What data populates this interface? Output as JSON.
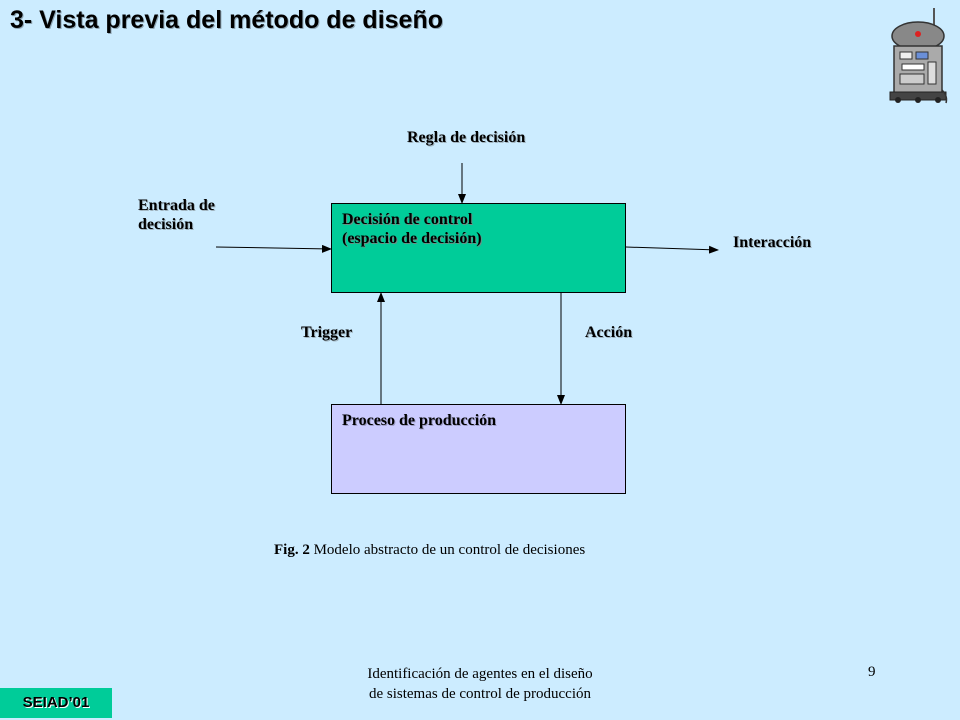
{
  "header": {
    "title": "3- Vista previa del método de diseño"
  },
  "diagram": {
    "input_label_line1": "Regla de decisión",
    "entry_label_line1": "Entrada de",
    "entry_label_line2": "decisión",
    "interaction_label": "Interacción",
    "trigger_label": "Trigger",
    "action_label": "Acción",
    "decision_box_line1": "Decisión de control",
    "decision_box_line2": "(espacio de decisión)",
    "process_box_label": "Proceso de producción"
  },
  "caption": {
    "prefix": "Fig. 2",
    "text": " Modelo abstracto de un control de decisiones"
  },
  "footer": {
    "line1": "Identificación de agentes en el diseño",
    "line2": "de sistemas de control de producción",
    "page_number": "9",
    "badge": "SEIAD’01"
  },
  "colors": {
    "background": "#ccecff",
    "decision_box": "#00cc99",
    "process_box": "#ccccff",
    "badge": "#00cc99"
  }
}
